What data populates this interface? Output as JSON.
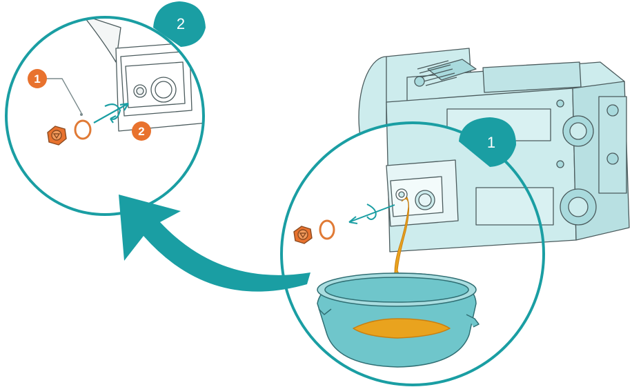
{
  "badges": {
    "step_2": "2",
    "step_1": "1"
  },
  "callouts": {
    "seal_ring": "1",
    "tighten_plug": "2"
  },
  "colors": {
    "teal": "#1a9ea3",
    "pump_fill": "#cdeced",
    "pump_fill_dark": "#a9dadd",
    "outline": "#4a5a5c",
    "oil": "#e9a31e",
    "plug_orange": "#e8722e",
    "ring": "#e07a35",
    "tray": "#6fc6cb",
    "tray_dark": "#2f8f96"
  },
  "icons": [
    "drain-plug-icon",
    "seal-ring-icon",
    "rotation-arrow-icon",
    "pointer-arrow-icon",
    "oil-drop-icon",
    "drain-tray-icon"
  ]
}
